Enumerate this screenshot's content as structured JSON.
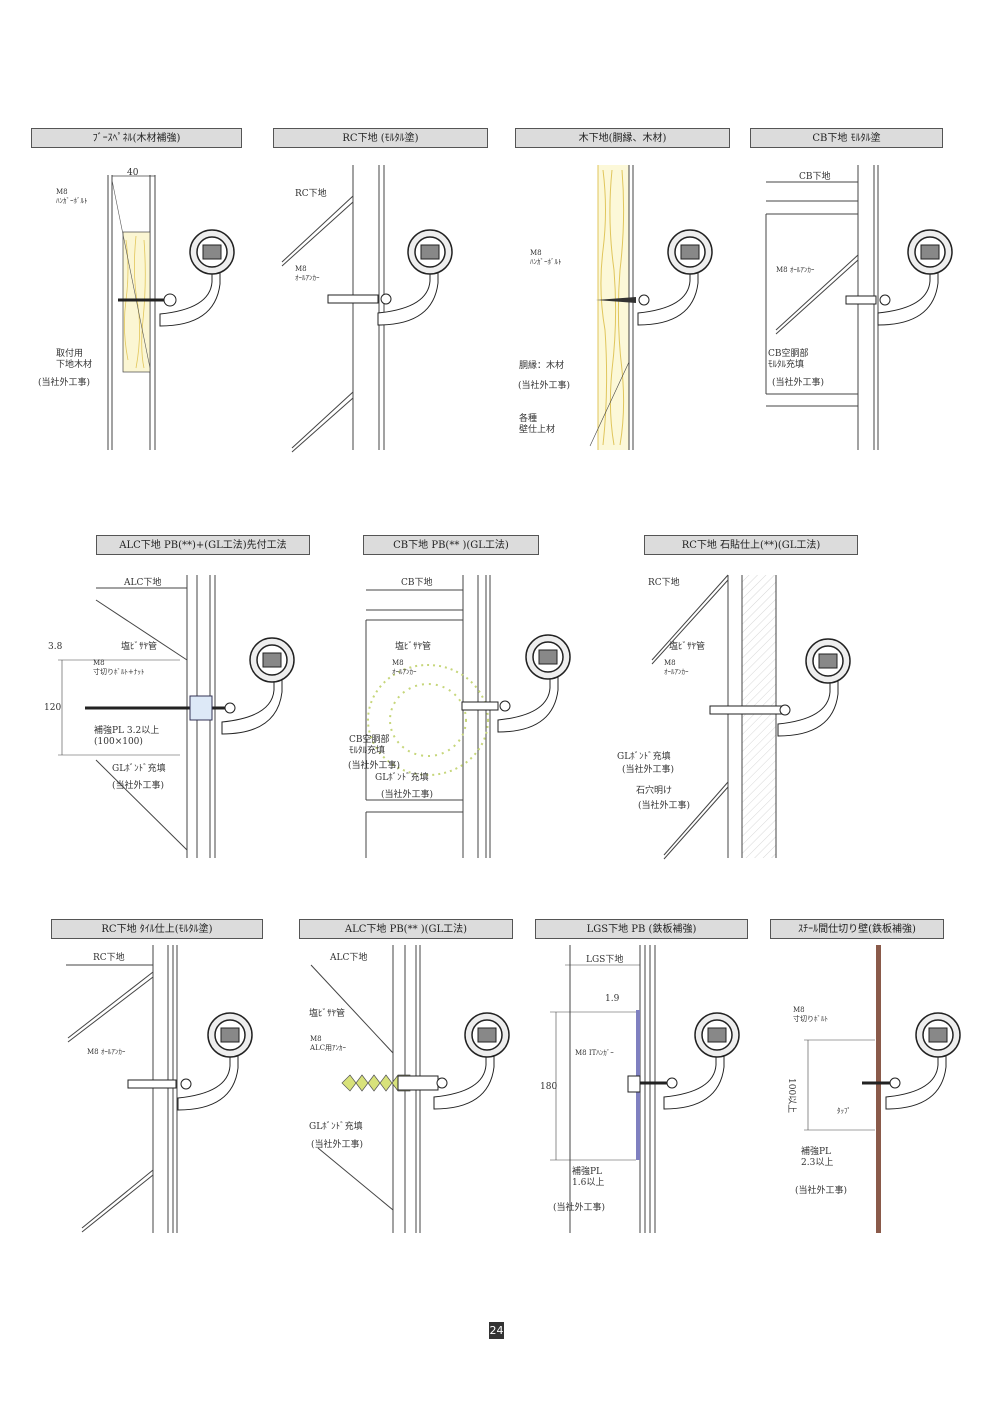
{
  "page_number": "24",
  "panels": [
    {
      "title": "ﾌﾞｰｽﾍﾟﾈﾙ(木材補強)",
      "labels": {
        "dim": "40",
        "bolt": "M8\nﾊﾝｶﾞｰﾎﾞﾙﾄ",
        "base": "取付用\n下地木材",
        "note": "(当社外工事)"
      }
    },
    {
      "title": "RC下地 (ﾓﾙﾀﾙ塗)",
      "labels": {
        "base": "RC下地",
        "anchor": "M8\nｵｰﾙｱﾝｶｰ"
      }
    },
    {
      "title": "木下地(胴縁、木材)",
      "labels": {
        "bolt": "M8\nﾊﾝｶﾞｰﾎﾞﾙﾄ",
        "base": "胴縁：木材",
        "note": "(当社外工事)",
        "finish": "各種\n壁仕上材"
      }
    },
    {
      "title": "CB下地 ﾓﾙﾀﾙ塗",
      "labels": {
        "base": "CB下地",
        "anchor": "M8 ｵｰﾙｱﾝｶｰ",
        "fill": "CB空胴部\nﾓﾙﾀﾙ充填",
        "note": "(当社外工事)"
      }
    },
    {
      "title": "ALC下地 PB(**)+(GL工法)先付工法",
      "labels": {
        "base": "ALC下地",
        "dim1": "3.8",
        "pipe": "塩ﾋﾞｻﾔ管",
        "bolt": "M8\n寸切りﾎﾞﾙﾄ+ﾅｯﾄ",
        "dim2": "120",
        "plate": "補強PL 3.2以上\n(100×100)",
        "bond": "GLﾎﾞﾝﾄﾞ充填",
        "note": "(当社外工事)"
      }
    },
    {
      "title": "CB下地 PB(** )(GL工法)",
      "labels": {
        "base": "CB下地",
        "pipe": "塩ﾋﾞｻﾔ管",
        "anchor": "M8\nｵｰﾙｱﾝｶｰ",
        "fill": "CB空胴部\nﾓﾙﾀﾙ充填",
        "note1": "(当社外工事)",
        "bond": "GLﾎﾞﾝﾄﾞ充填",
        "note2": "(当社外工事)"
      }
    },
    {
      "title": "RC下地 石貼仕上(**)(GL工法)",
      "labels": {
        "base": "RC下地",
        "pipe": "塩ﾋﾞｻﾔ管",
        "anchor": "M8\nｵｰﾙｱﾝｶｰ",
        "bond": "GLﾎﾞﾝﾄﾞ充填",
        "note1": "(当社外工事)",
        "hole": "石穴明け",
        "note2": "(当社外工事)"
      }
    },
    {
      "title": "RC下地 ﾀｲﾙ仕上(ﾓﾙﾀﾙ塗)",
      "labels": {
        "base": "RC下地",
        "anchor": "M8 ｵｰﾙｱﾝｶｰ"
      }
    },
    {
      "title": "ALC下地 PB(** )(GL工法)",
      "labels": {
        "base": "ALC下地",
        "pipe": "塩ﾋﾞｻﾔ管",
        "anchor": "M8\nALC用ｱﾝｶｰ",
        "bond": "GLﾎﾞﾝﾄﾞ充填",
        "note": "(当社外工事)"
      }
    },
    {
      "title": "LGS下地 PB (鉄板補強)",
      "labels": {
        "base": "LGS下地",
        "dim1": "1.9",
        "bolt": "M8 ITﾊﾝｶﾞｰ",
        "dim2": "180",
        "plate": "補強PL\n1.6以上",
        "note": "(当社外工事)"
      }
    },
    {
      "title": "ｽﾁｰﾙ間仕切り壁(鉄板補強)",
      "labels": {
        "bolt": "M8\n寸切りﾎﾞﾙﾄ",
        "dim": "100以上",
        "tap": "ﾀｯﾌﾟ",
        "plate": "補強PL\n2.3以上",
        "note": "(当社外工事)"
      }
    }
  ]
}
